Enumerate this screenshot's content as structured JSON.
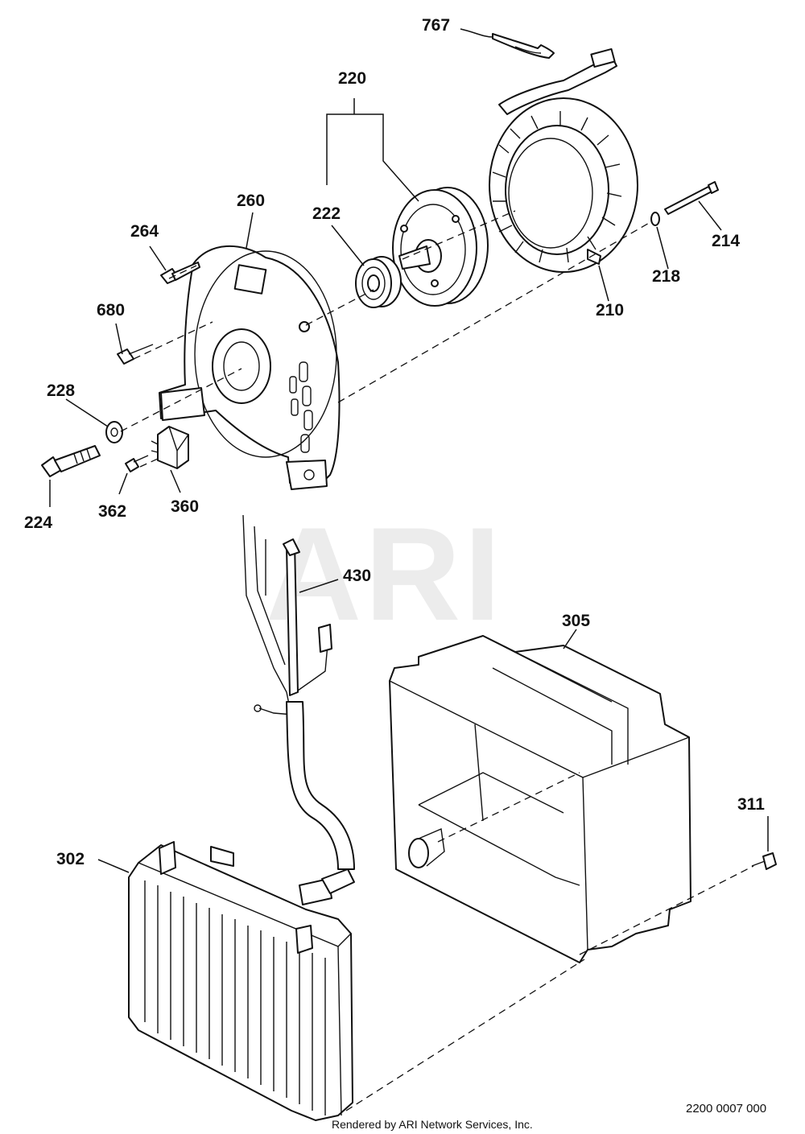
{
  "watermark": "ARI",
  "footer": {
    "credit": "Rendered by ARI Network Services, Inc.",
    "document_number": "2200 0007 000"
  },
  "callouts": {
    "c767": "767",
    "c220": "220",
    "c222": "222",
    "c260": "260",
    "c264": "264",
    "c680": "680",
    "c228": "228",
    "c224": "224",
    "c362": "362",
    "c360": "360",
    "c214": "214",
    "c218": "218",
    "c210": "210",
    "c430": "430",
    "c305": "305",
    "c311": "311",
    "c302": "302"
  }
}
